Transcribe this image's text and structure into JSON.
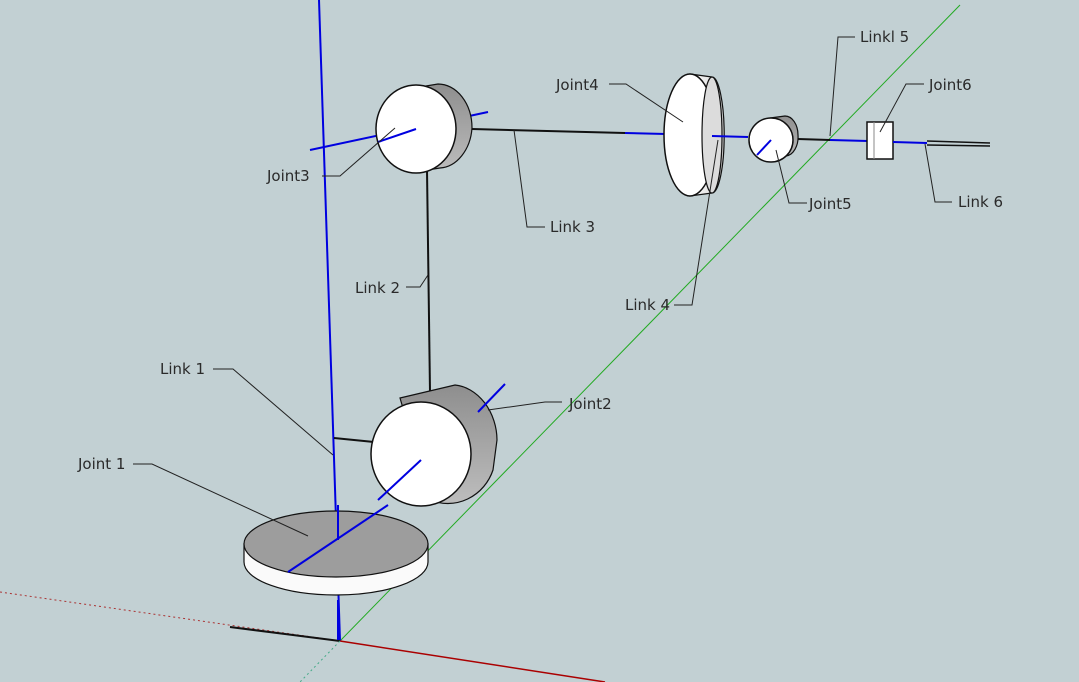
{
  "labels": {
    "joint1": "Joint 1",
    "joint2": "Joint2",
    "joint3": "Joint3",
    "joint4": "Joint4",
    "joint5": "Joint5",
    "joint6": "Joint6",
    "link1": "Link 1",
    "link2": "Link 2",
    "link3": "Link 3",
    "link4": "Link 4",
    "link5": "Linkl 5",
    "link6": "Link 6"
  },
  "colors": {
    "background": "#c2d0d3",
    "axis_blue": "#0000e0",
    "axis_green": "#22aa22",
    "axis_red": "#aa0000",
    "link": "#111111",
    "joint_face": "#ffffff",
    "joint_side": "#9a9a9a"
  }
}
